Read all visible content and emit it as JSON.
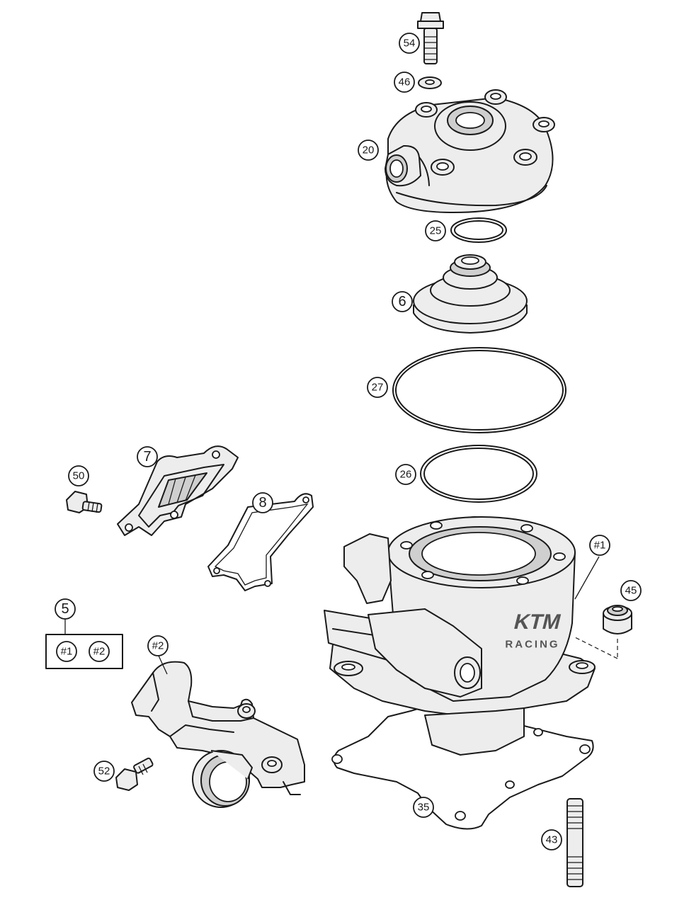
{
  "diagram": {
    "callouts": {
      "c54": "54",
      "c46": "46",
      "c20": "20",
      "c25": "25",
      "c6": "6",
      "c27": "27",
      "c26": "26",
      "c7": "7",
      "c50": "50",
      "c8": "8",
      "c1": "#1",
      "c45": "45",
      "c5": "5",
      "c5a": "#1",
      "c5b": "#2",
      "c2": "#2",
      "c52": "52",
      "c35": "35",
      "c43": "43"
    },
    "cylinder_logo": "KTM",
    "cylinder_logo_sub": "RACING"
  }
}
